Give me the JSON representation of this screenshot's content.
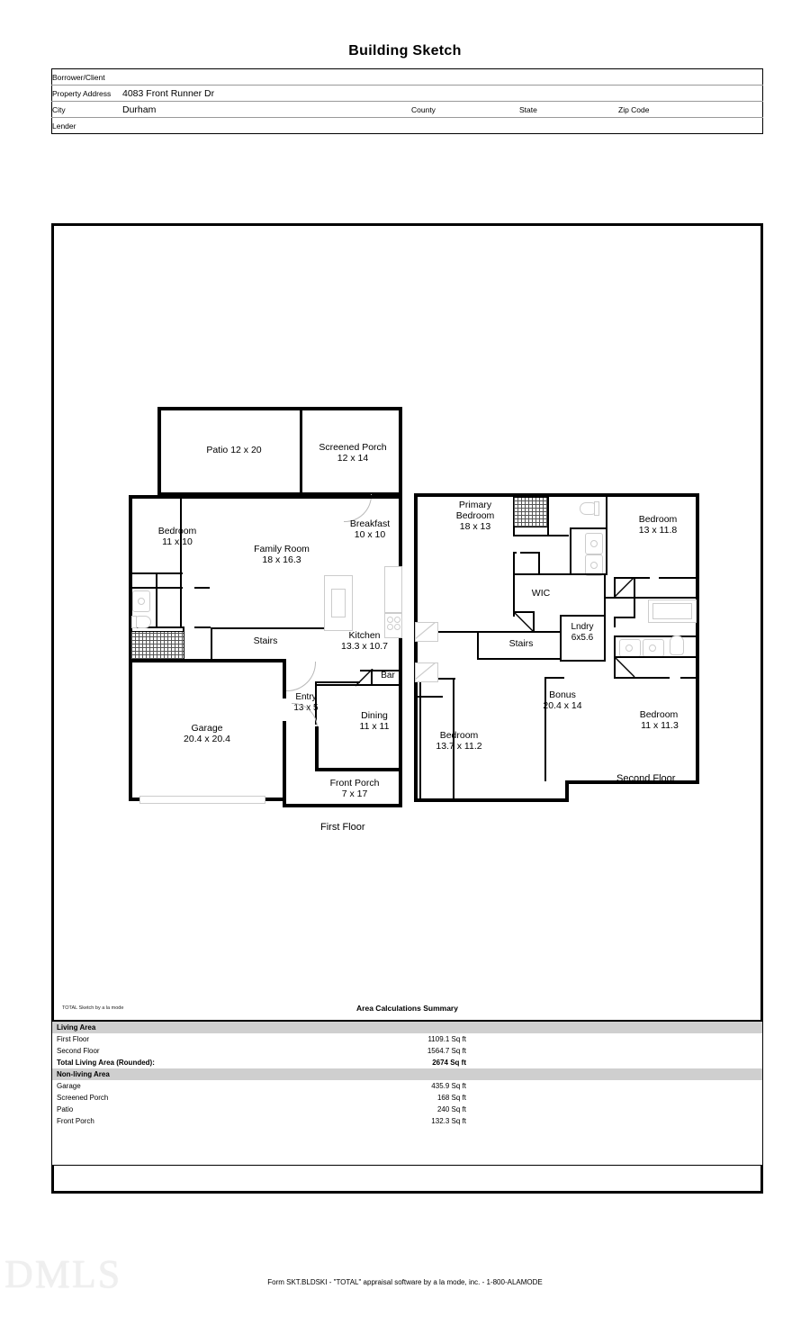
{
  "document": {
    "title": "Building Sketch",
    "footer_note": "Form SKT.BLDSKI - \"TOTAL\" appraisal software by a la mode, inc. - 1-800-ALAMODE",
    "watermark": "DMLS"
  },
  "header_table": {
    "rows": [
      {
        "label": "Borrower/Client",
        "value": ""
      },
      {
        "label": "Property Address",
        "value": "4083 Front Runner Dr"
      },
      {
        "label": "City",
        "value": "Durham"
      },
      {
        "label": "Lender",
        "value": ""
      }
    ],
    "city_row_extra": [
      {
        "label": "County",
        "value": ""
      },
      {
        "label": "State",
        "value": ""
      },
      {
        "label": "Zip Code",
        "value": ""
      }
    ]
  },
  "sketch": {
    "total_sketch_credit": "TOTAL Sketch by a la mode",
    "floors": [
      {
        "name": "First Floor",
        "caption": "First Floor",
        "rooms": [
          {
            "label": "Patio 12 x 20",
            "name": "Patio",
            "dims": "12 x 20"
          },
          {
            "label": "Screened Porch",
            "name": "Screened Porch",
            "dims": "12 x 14"
          },
          {
            "label": "Bedroom",
            "name": "Bedroom",
            "dims": "11 x 10"
          },
          {
            "label": "Family Room",
            "name": "Family Room",
            "dims": "18 x 16.3"
          },
          {
            "label": "Breakfast",
            "name": "Breakfast",
            "dims": "10 x 10"
          },
          {
            "label": "Kitchen",
            "name": "Kitchen",
            "dims": "13.3 x 10.7"
          },
          {
            "label": "Stairs",
            "name": "Stairs",
            "dims": ""
          },
          {
            "label": "Bar",
            "name": "Bar",
            "dims": ""
          },
          {
            "label": "Entry",
            "name": "Entry",
            "dims": "13 x 5"
          },
          {
            "label": "Dining",
            "name": "Dining",
            "dims": "11 x 11"
          },
          {
            "label": "Garage",
            "name": "Garage",
            "dims": "20.4 x 20.4"
          },
          {
            "label": "Front Porch",
            "name": "Front Porch",
            "dims": "7 x 17"
          }
        ]
      },
      {
        "name": "Second Floor",
        "caption": "Second Floor",
        "rooms": [
          {
            "label": "Primary Bedroom",
            "name": "Primary Bedroom",
            "dims": "18 x 13"
          },
          {
            "label": "Bedroom",
            "name": "Bedroom",
            "dims": "13 x 11.8"
          },
          {
            "label": "WIC",
            "name": "WIC",
            "dims": ""
          },
          {
            "label": "Lndry",
            "name": "Lndry",
            "dims": "6x5.6"
          },
          {
            "label": "Stairs",
            "name": "Stairs",
            "dims": ""
          },
          {
            "label": "Bedroom",
            "name": "Bedroom",
            "dims": "13.7 x 11.2"
          },
          {
            "label": "Bonus",
            "name": "Bonus",
            "dims": "20.4 x 14"
          },
          {
            "label": "Bedroom",
            "name": "Bedroom",
            "dims": "11 x 11.3"
          }
        ]
      }
    ],
    "labels": {
      "patio": "Patio 12 x 20",
      "screened_porch_name": "Screened Porch",
      "screened_porch_dims": "12 x 14",
      "bedroom1_name": "Bedroom",
      "bedroom1_dims": "11 x 10",
      "family_name": "Family Room",
      "family_dims": "18 x 16.3",
      "breakfast_name": "Breakfast",
      "breakfast_dims": "10 x 10",
      "kitchen_name": "Kitchen",
      "kitchen_dims": "13.3 x 10.7",
      "stairs1": "Stairs",
      "bar": "Bar",
      "entry_name": "Entry",
      "entry_dims": "13 x 5",
      "dining_name": "Dining",
      "dining_dims": "11 x 11",
      "garage_name": "Garage",
      "garage_dims": "20.4 x 20.4",
      "front_porch_name": "Front Porch",
      "front_porch_dims": "7 x 17",
      "first_floor_caption": "First Floor",
      "primary_name": "Primary",
      "primary_name2": "Bedroom",
      "primary_dims": "18 x 13",
      "bedroom2_name": "Bedroom",
      "bedroom2_dims": "13 x 11.8",
      "wic": "WIC",
      "lndry_name": "Lndry",
      "lndry_dims": "6x5.6",
      "stairs2": "Stairs",
      "bedroom3_name": "Bedroom",
      "bedroom3_dims": "13.7 x 11.2",
      "bonus_name": "Bonus",
      "bonus_dims": "20.4 x 14",
      "bedroom4_name": "Bedroom",
      "bedroom4_dims": "11 x 11.3",
      "second_floor_caption": "Second Floor"
    }
  },
  "area_summary": {
    "title": "Area Calculations Summary",
    "sections": [
      {
        "heading": "Living Area",
        "rows": [
          {
            "name": "First Floor",
            "value": "1109.1 Sq ft",
            "bold": false
          },
          {
            "name": "Second Floor",
            "value": "1564.7 Sq ft",
            "bold": false
          },
          {
            "name": "Total Living Area (Rounded):",
            "value": "2674 Sq ft",
            "bold": true
          }
        ]
      },
      {
        "heading": "Non-living Area",
        "rows": [
          {
            "name": "Garage",
            "value": "435.9 Sq ft",
            "bold": false
          },
          {
            "name": "Screened Porch",
            "value": "168 Sq ft",
            "bold": false
          },
          {
            "name": "Patio",
            "value": "240 Sq ft",
            "bold": false
          },
          {
            "name": "Front Porch",
            "value": "132.3 Sq ft",
            "bold": false
          }
        ]
      }
    ]
  },
  "colors": {
    "wall": "#000000",
    "fixture_outline": "#c8c8c8",
    "section_header_bg": "#cfcfcf"
  }
}
